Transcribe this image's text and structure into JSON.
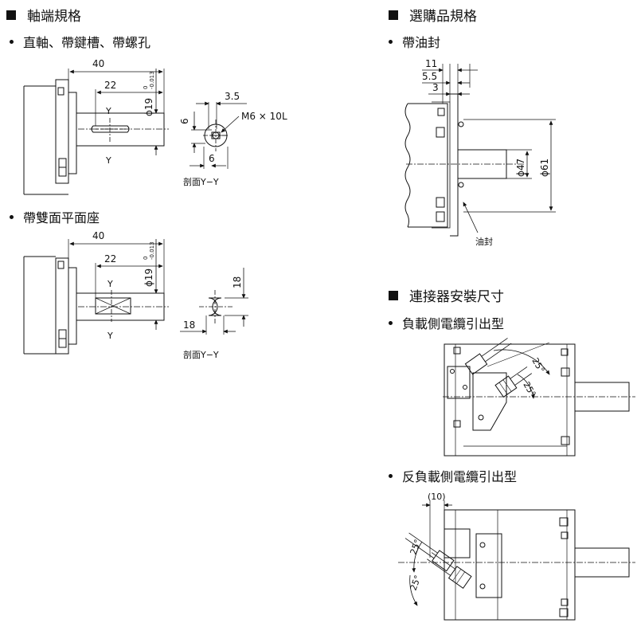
{
  "left": {
    "heading": "軸端規格",
    "sub1": "直軸、帶鍵槽、帶螺孔",
    "sub2": "帶雙面平面座",
    "d1": {
      "dim_40": "40",
      "dim_22": "22",
      "dia": "ϕ19",
      "tol_top": "0",
      "tol_bot": "-0.013",
      "sec_y": "Y",
      "sec_y2": "Y",
      "dim_35": "3.5",
      "thread": "M6 × 10L",
      "dim_6a": "6",
      "dim_6b": "6",
      "section": "剖面Y−Y"
    },
    "d2": {
      "dim_40": "40",
      "dim_22": "22",
      "dia": "ϕ19",
      "tol_top": "0",
      "tol_bot": "-0.013",
      "sec_y": "Y",
      "sec_y2": "Y",
      "dim_18a": "18",
      "dim_18b": "18",
      "section": "剖面Y−Y"
    }
  },
  "right": {
    "heading1": "選購品規格",
    "sub1": "帶油封",
    "seal": {
      "dim_11": "11",
      "dim_55": "5.5",
      "dim_3": "3",
      "dia47": "ϕ47",
      "dia61": "ϕ61",
      "label": "油封"
    },
    "heading2": "連接器安裝尺寸",
    "sub2": "負載側電纜引出型",
    "load": {
      "angle1": "25°",
      "angle2": "25°"
    },
    "sub3": "反負載側電纜引出型",
    "rev": {
      "dim_10": "(10)",
      "angle1": "25°",
      "angle2": "25°"
    }
  }
}
